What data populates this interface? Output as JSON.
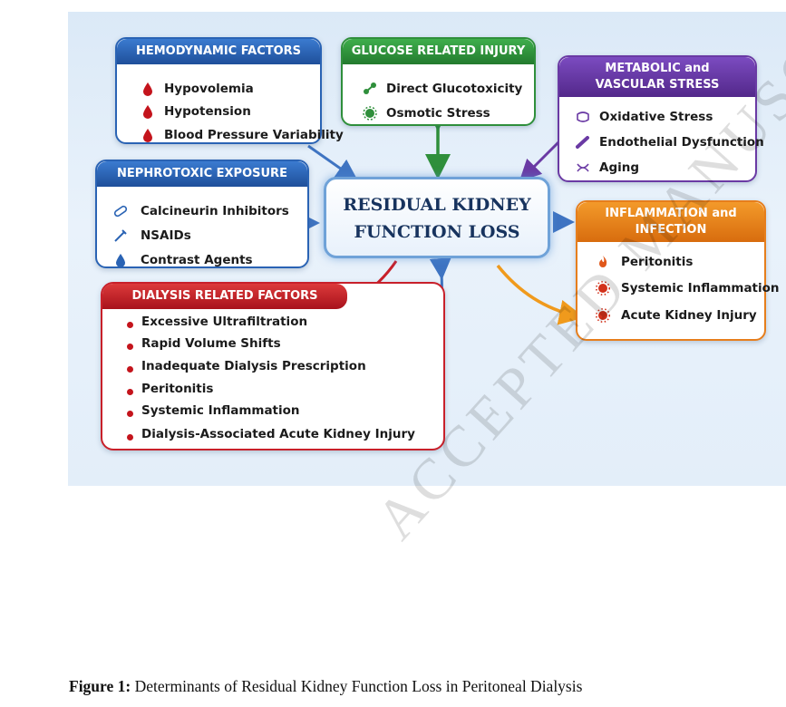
{
  "diagram": {
    "center": {
      "line1": "RESIDUAL KIDNEY",
      "line2": "FUNCTION LOSS"
    },
    "hemodynamic": {
      "title": "HEMODYNAMIC FACTORS",
      "color": "#2a63b4",
      "items": [
        "Hypovolemia",
        "Hypotension",
        "Blood Pressure Variability"
      ]
    },
    "glucose": {
      "title": "GLUCOSE RELATED INJURY",
      "color": "#2f8f3b",
      "items": [
        "Direct Glucotoxicity",
        "Osmotic Stress"
      ]
    },
    "metabolic": {
      "title_line1": "METABOLIC and",
      "title_line2": "VASCULAR STRESS",
      "color": "#6a3aa4",
      "items": [
        "Oxidative Stress",
        "Endothelial Dysfunction",
        "Aging"
      ]
    },
    "nephrotoxic": {
      "title": "NEPHROTOXIC EXPOSURE",
      "color": "#2a63b4",
      "items": [
        "Calcineurin Inhibitors",
        "NSAIDs",
        "Contrast Agents"
      ]
    },
    "inflammation": {
      "title_line1": "INFLAMMATION and",
      "title_line2": "INFECTION",
      "color": "#e67e1c",
      "items": [
        "Peritonitis",
        "Systemic Inflammation",
        "Acute Kidney Injury"
      ]
    },
    "dialysis": {
      "title": "DIALYSIS RELATED FACTORS",
      "color": "#c8202a",
      "items": [
        "Excessive Ultrafiltration",
        "Rapid Volume Shifts",
        "Inadequate Dialysis Prescription",
        "Peritonitis",
        "Systemic Inflammation",
        "Dialysis-Associated Acute Kidney Injury"
      ]
    }
  },
  "watermark": "ACCEPTED MANUSCRIPT",
  "caption": {
    "label": "Figure 1:",
    "text": " Determinants of Residual Kidney Function Loss in Peritoneal Dialysis"
  }
}
